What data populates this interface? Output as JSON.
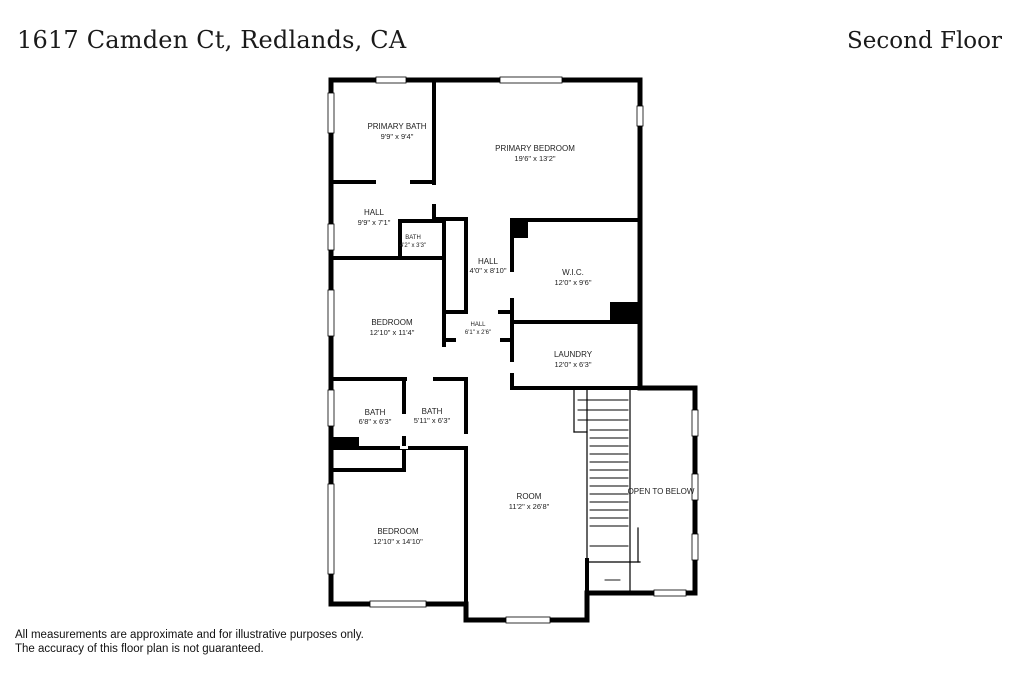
{
  "header": {
    "address": "1617 Camden Ct, Redlands, CA",
    "floor_label": "Second Floor"
  },
  "rooms": {
    "primary_bath": {
      "name": "PRIMARY BATH",
      "dims": "9'9\" x 9'4\""
    },
    "primary_bedroom": {
      "name": "PRIMARY BEDROOM",
      "dims": "19'6\" x 13'2\""
    },
    "hall_left": {
      "name": "HALL",
      "dims": "9'9\" x 7'1\""
    },
    "bath_small": {
      "name": "BATH",
      "dims": "4'2\" x 3'3\""
    },
    "hall_center": {
      "name": "HALL",
      "dims": "4'0\" x 8'10\""
    },
    "wic": {
      "name": "W.I.C.",
      "dims": "12'0\" x 9'6\""
    },
    "bedroom_upper": {
      "name": "BEDROOM",
      "dims": "12'10\" x 11'4\""
    },
    "hall_small": {
      "name": "HALL",
      "dims": "6'1\" x 2'6\""
    },
    "laundry": {
      "name": "LAUNDRY",
      "dims": "12'0\" x 6'3\""
    },
    "bath_left": {
      "name": "BATH",
      "dims": "6'8\" x 6'3\""
    },
    "bath_right": {
      "name": "BATH",
      "dims": "5'11\" x 6'3\""
    },
    "open_to_below": {
      "name": "OPEN TO BELOW"
    },
    "room": {
      "name": "ROOM",
      "dims": "11'2\" x 26'8\""
    },
    "bedroom_lower": {
      "name": "BEDROOM",
      "dims": "12'10\" x 14'10\""
    }
  },
  "disclaimer": {
    "line1": "All measurements are approximate and for illustrative purposes only.",
    "line2": "The accuracy of this floor plan is not guaranteed."
  }
}
